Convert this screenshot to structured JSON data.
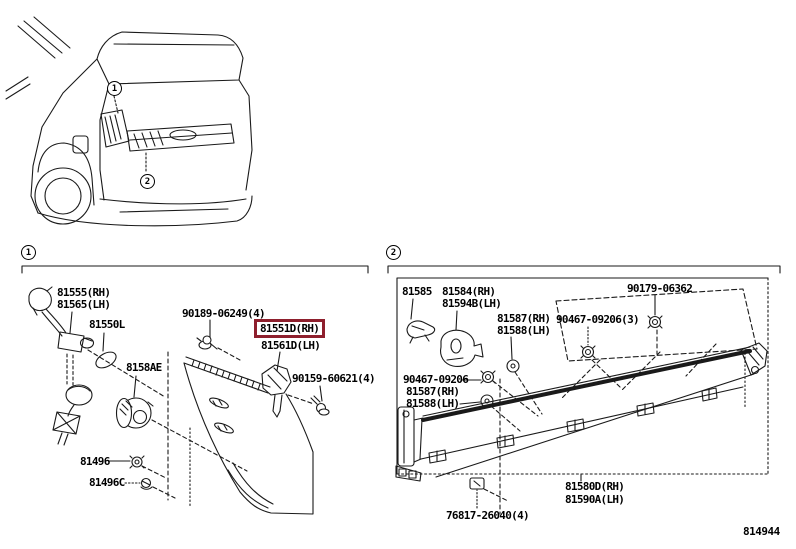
{
  "doc": {
    "type": "vehicle parts diagram",
    "figure_number": "814944",
    "highlight_color": "#8e1f2d",
    "highlighted_part": "81551D(RH)"
  },
  "vehicle": {
    "callouts": [
      "1",
      "2"
    ]
  },
  "section1": {
    "callout": "1",
    "labels": {
      "p81555": "81555(RH)",
      "p81565": "81565(LH)",
      "p81550L": "81550L",
      "p90189": "90189-06249(4)",
      "p81551D": "81551D(RH)",
      "p81561D": "81561D(LH)",
      "p90159": "90159-60621(4)",
      "p8158AE": "8158AE",
      "p81496": "81496",
      "p81496C": "81496C"
    }
  },
  "section2": {
    "callout": "2",
    "labels": {
      "p81585": "81585",
      "p81584": "81584(RH)",
      "p81594B": "81594B(LH)",
      "p81587u": "81587(RH)",
      "p81588u": "81588(LH)",
      "p90467x3": "90467-09206(3)",
      "p90179": "90179-06362",
      "p90467": "90467-09206",
      "p81587l": "81587(RH)",
      "p81588l": "81588(LH)",
      "p81580D": "81580D(RH)",
      "p81590A": "81590A(LH)",
      "p76817": "76817-26040(4)"
    }
  }
}
